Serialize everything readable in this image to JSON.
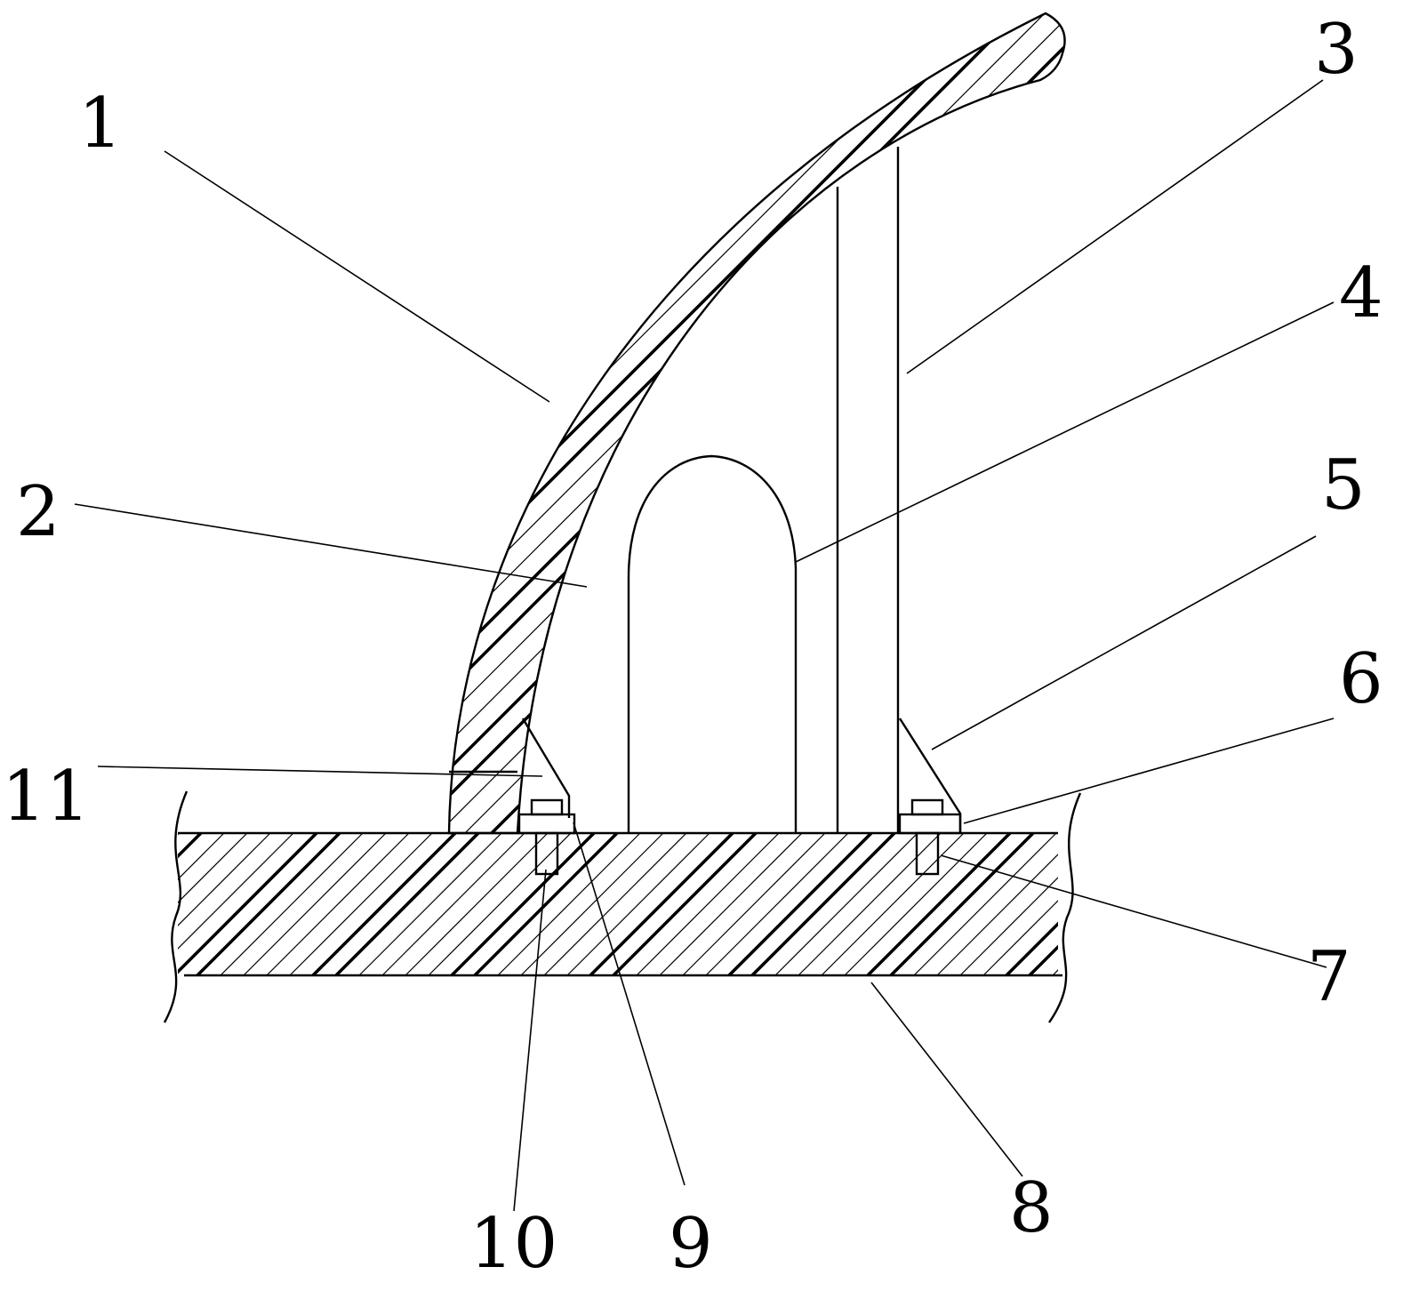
{
  "figure": {
    "stroke_color": "#000000",
    "background_color": "#ffffff",
    "callouts": [
      {
        "id": "1",
        "text": "1"
      },
      {
        "id": "2",
        "text": "2"
      },
      {
        "id": "3",
        "text": "3"
      },
      {
        "id": "4",
        "text": "4"
      },
      {
        "id": "5",
        "text": "5"
      },
      {
        "id": "6",
        "text": "6"
      },
      {
        "id": "7",
        "text": "7"
      },
      {
        "id": "8",
        "text": "8"
      },
      {
        "id": "9",
        "text": "9"
      },
      {
        "id": "10",
        "text": "10"
      },
      {
        "id": "11",
        "text": "11"
      }
    ]
  }
}
